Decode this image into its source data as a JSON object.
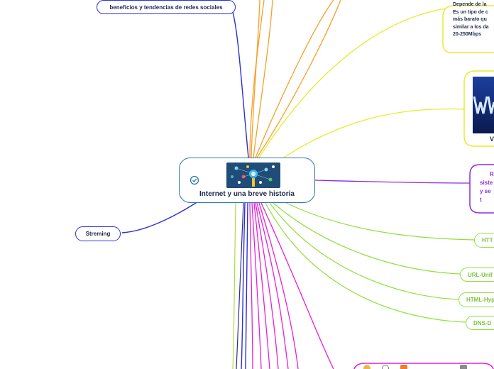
{
  "center": {
    "title": "Internet y una breve historia",
    "image_icon": "network-people-illustration",
    "status_icon": "check-circle-icon"
  },
  "topics": {
    "benefits": "beneficios y tendencias de redes sociales",
    "streaming": "Streming",
    "http": "HTT",
    "url": "URL-Unif",
    "html": "HTML-Hyp",
    "dns": "DNS-D",
    "purple_lines": [
      "R",
      "siste",
      "y se t"
    ]
  },
  "cable_card": {
    "lines": [
      "Depende de la",
      "Es un tipo de c",
      "más barato qu",
      "similar a los da",
      "20-250Mbps"
    ]
  },
  "web_card": {
    "label": "V"
  },
  "colors": {
    "blue": "#2b2fd6",
    "orange": "#f5a028",
    "yellow": "#e5ec2e",
    "lime": "#8fe03a",
    "magenta": "#e820d6",
    "purple": "#8a2be2",
    "navy": "#2b2f8e",
    "center_border": "#2b78b5"
  }
}
